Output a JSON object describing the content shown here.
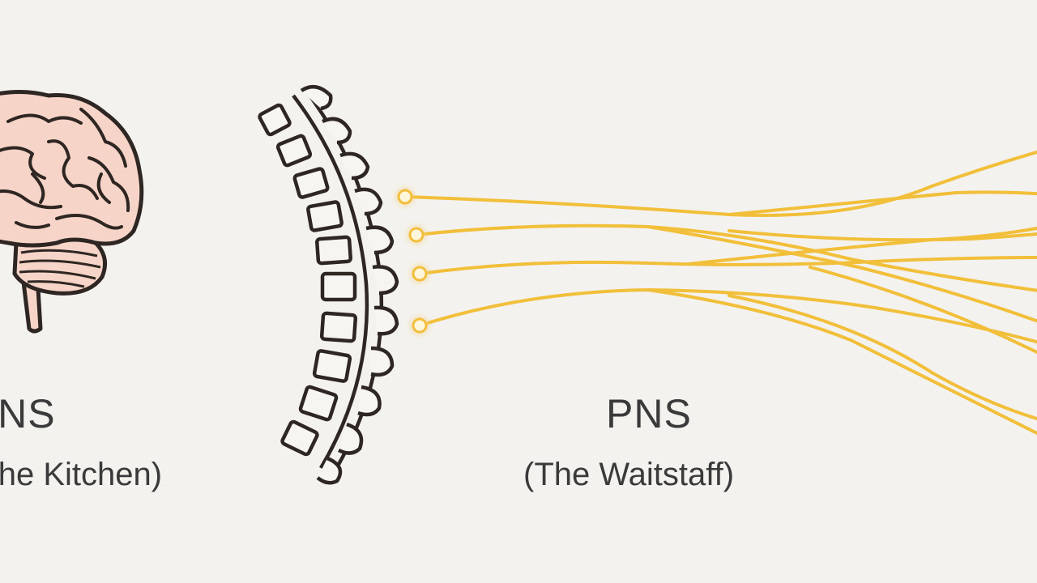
{
  "cns": {
    "title": "CNS",
    "subtitle": "(The Kitchen)",
    "icon": "brain-icon",
    "fill_color": "#f7d4c8"
  },
  "spine": {
    "icon": "spinal-column-icon"
  },
  "pns": {
    "title": "PNS",
    "subtitle": "(The Waitstaff)",
    "icon": "nerve-fibers-icon",
    "nerve_color": "#f2bf3a"
  },
  "colors": {
    "background": "#f3f2ef",
    "outline": "#2e2622",
    "text": "#3a3a3a"
  }
}
